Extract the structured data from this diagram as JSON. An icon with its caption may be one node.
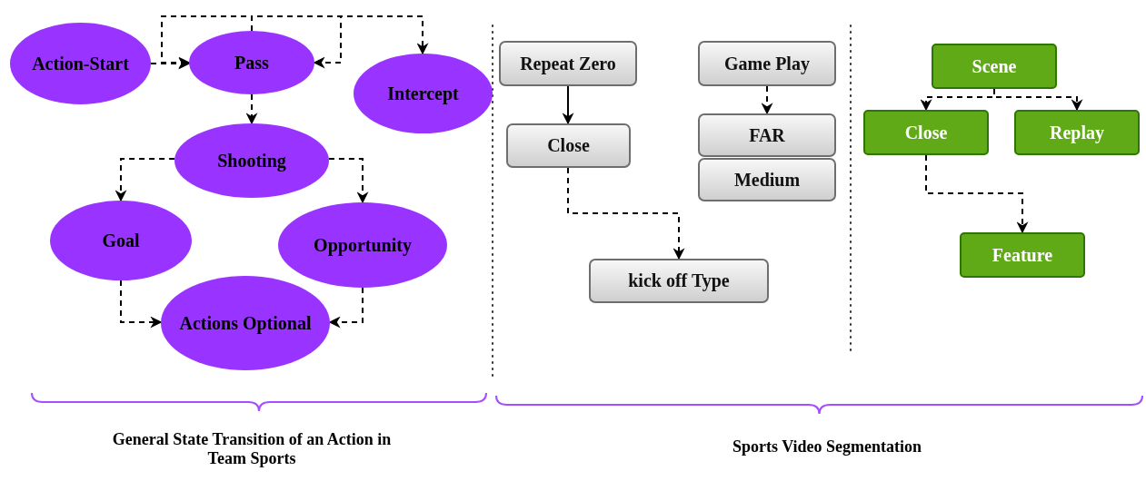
{
  "diagram": {
    "nodes": [
      {
        "text": [
          "Action-Start"
        ]
      },
      {
        "text": [
          "Pass"
        ]
      },
      {
        "text": [
          "Intercept"
        ]
      },
      {
        "text": [
          "Shooting"
        ]
      },
      {
        "text": [
          "Goal"
        ]
      },
      {
        "text": [
          "Opportunity"
        ]
      },
      {
        "text": [
          "Actions Optional"
        ]
      },
      {
        "text": [
          "Repeat Zero"
        ]
      },
      {
        "text": [
          "Close"
        ]
      },
      {
        "text": [
          "kick off Type"
        ]
      },
      {
        "text": [
          "Game Play"
        ]
      },
      {
        "text": [
          "FAR"
        ]
      },
      {
        "text": [
          "Medium"
        ]
      },
      {
        "text": [
          "Scene"
        ]
      },
      {
        "text": [
          "Close"
        ]
      },
      {
        "text": [
          "Replay"
        ]
      },
      {
        "text": [
          "Feature"
        ]
      }
    ],
    "edges": [
      {
        "from": 0,
        "to": 1,
        "arrow": "to",
        "style": "dashed"
      },
      {
        "from": 1,
        "to": 1,
        "arrow": "to",
        "style": "dashed"
      },
      {
        "from": 1,
        "to": 1,
        "arrow": "to",
        "style": "dashed"
      },
      {
        "from": 1,
        "to": 2,
        "arrow": "to",
        "style": "dashed"
      },
      {
        "from": 1,
        "to": 3,
        "arrow": "to",
        "style": "dashed"
      },
      {
        "from": 3,
        "to": 4,
        "arrow": "to",
        "style": "dashed"
      },
      {
        "from": 3,
        "to": 5,
        "arrow": "to",
        "style": "dashed"
      },
      {
        "from": 4,
        "to": 6,
        "arrow": "to",
        "style": "dashed"
      },
      {
        "from": 5,
        "to": 6,
        "arrow": "to",
        "style": "dashed"
      },
      {
        "from": 7,
        "to": 8,
        "arrow": "to"
      },
      {
        "from": 10,
        "to": 11,
        "arrow": "to",
        "style": "dashed"
      },
      {
        "from": 8,
        "to": 9,
        "arrow": "to",
        "style": "dashed"
      },
      {
        "from": 13,
        "to": 14,
        "arrow": "to",
        "style": "dashed"
      },
      {
        "from": 13,
        "to": 15,
        "arrow": "to",
        "style": "dashed"
      },
      {
        "from": 14,
        "to": 16,
        "arrow": "to",
        "style": "dashed"
      }
    ],
    "labels": [
      "General State Transition of an Action in Team Sports",
      "Sports Video Segmentation"
    ]
  }
}
